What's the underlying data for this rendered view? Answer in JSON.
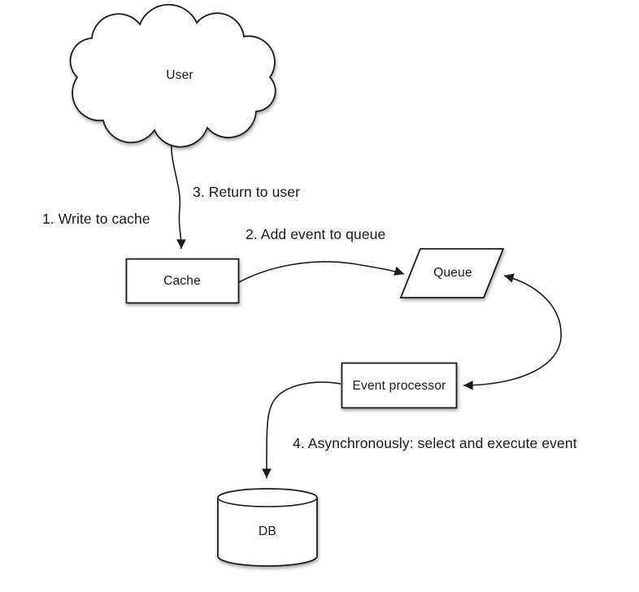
{
  "diagram": {
    "type": "flow-diagram",
    "nodes": {
      "user": {
        "label": "User",
        "shape": "cloud"
      },
      "cache": {
        "label": "Cache",
        "shape": "rectangle"
      },
      "queue": {
        "label": "Queue",
        "shape": "parallelogram"
      },
      "event_processor": {
        "label": "Event processor",
        "shape": "rectangle"
      },
      "db": {
        "label": "DB",
        "shape": "cylinder"
      }
    },
    "edges": [
      {
        "from": "User",
        "to": "Cache",
        "arrow": "one-way",
        "labels": [
          "1. Write to cache",
          "3. Return to user"
        ]
      },
      {
        "from": "Cache",
        "to": "Queue",
        "arrow": "one-way",
        "labels": [
          "2. Add event to queue"
        ]
      },
      {
        "from": "Queue",
        "to": "Event processor",
        "arrow": "two-way",
        "labels": []
      },
      {
        "from": "Event processor",
        "to": "DB",
        "arrow": "one-way",
        "labels": [
          "4. Asynchronously: select and execute event"
        ]
      }
    ],
    "colors": {
      "stroke": "#1c1c1c",
      "shape_fill": "#ffffff",
      "text": "#1a1a1a",
      "background": "#ffffff"
    }
  }
}
